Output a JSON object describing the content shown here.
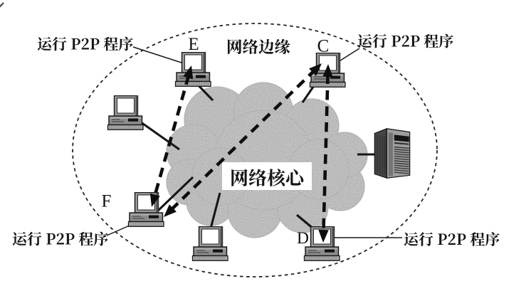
{
  "figure": {
    "kind": "network-diagram",
    "background": "#ffffff",
    "ink_color": "#141414",
    "cloud_color": "#c9c9c9"
  },
  "texts": {
    "network_edge": "网络边缘",
    "network_core": "网络核心",
    "running_p2p": "运行 P2P 程序"
  },
  "nodes": {
    "E": {
      "letter": "E",
      "type": "pc",
      "runs_p2p": true
    },
    "C": {
      "letter": "C",
      "type": "pc",
      "runs_p2p": true
    },
    "F": {
      "letter": "F",
      "type": "pc",
      "runs_p2p": true
    },
    "D": {
      "letter": "D",
      "type": "pc",
      "runs_p2p": true
    },
    "left": {
      "letter": "",
      "type": "pc",
      "runs_p2p": false
    },
    "bottom": {
      "letter": "",
      "type": "pc",
      "runs_p2p": false
    },
    "server": {
      "letter": "",
      "type": "server",
      "runs_p2p": false
    }
  },
  "p2p_links": [
    [
      "E",
      "F"
    ],
    [
      "F",
      "C"
    ],
    [
      "C",
      "D"
    ]
  ],
  "access_links": [
    "E",
    "C",
    "F",
    "D",
    "left",
    "bottom",
    "server"
  ]
}
